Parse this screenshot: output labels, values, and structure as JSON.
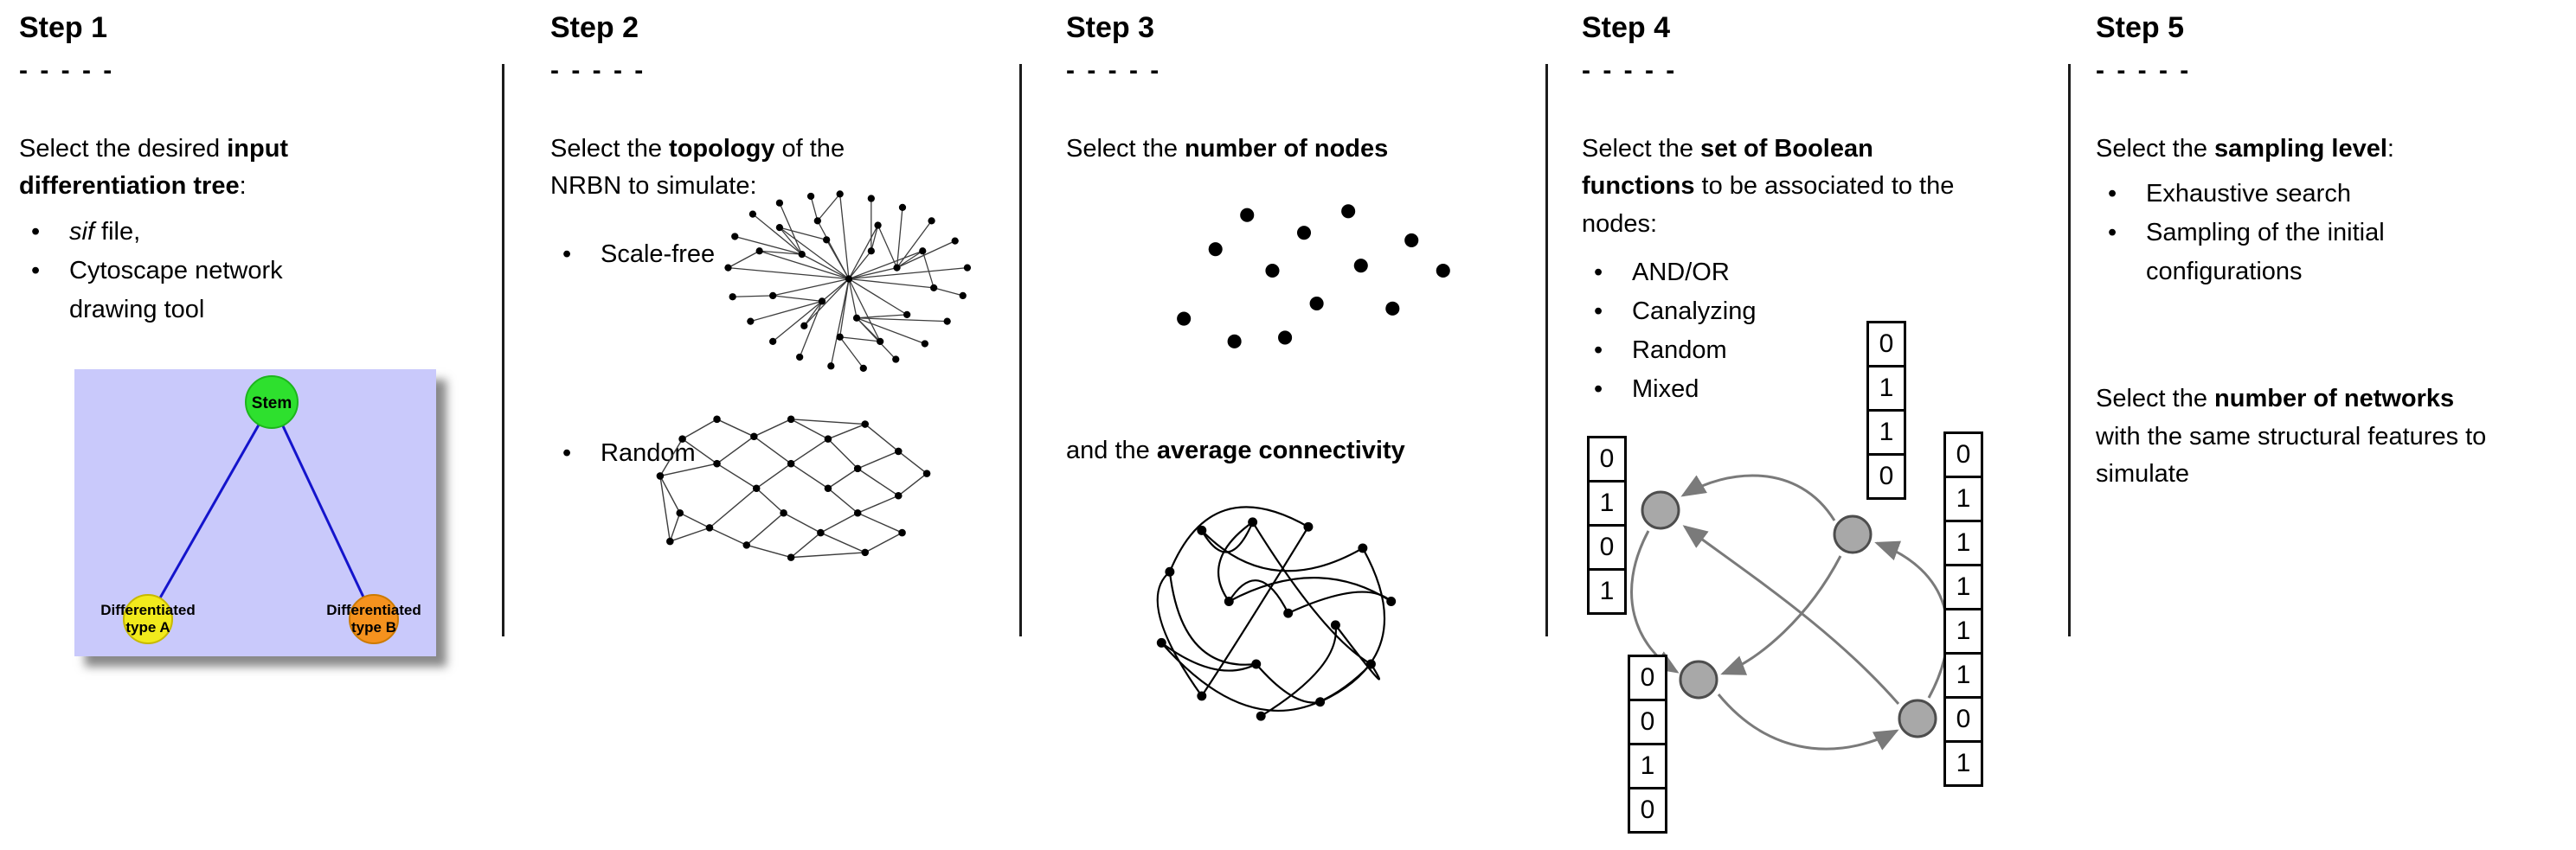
{
  "step1": {
    "title": "Step 1",
    "dashes": "- - - - -",
    "line_pre": "Select the desired ",
    "line_bold": "input differentiation tree",
    "line_post": ":",
    "bullet1_italic": "sif",
    "bullet1_rest": " file,",
    "bullet2": "Cytoscape network drawing tool",
    "tree": {
      "stem": "Stem",
      "type_a_line1": "Differentiated",
      "type_a_line2": "type A",
      "type_b_line1": "Differentiated",
      "type_b_line2": "type B",
      "bg_color": "#c9c9fb",
      "stem_color": "#2ee02e",
      "type_a_color": "#f2ea1c",
      "type_b_color": "#f5921e",
      "edge_color": "#1414cc"
    }
  },
  "step2": {
    "title": "Step 2",
    "dashes": "- - - - -",
    "line_pre": "Select the ",
    "line_bold": "topology",
    "line_post": " of the NRBN to simulate:",
    "bullet1": "Scale-free",
    "bullet2": "Random"
  },
  "step3": {
    "title": "Step 3",
    "dashes": "- - - - -",
    "line1_pre": "Select the ",
    "line1_bold": "number of nodes",
    "line2_pre": "and the ",
    "line2_bold": "average connectivity"
  },
  "step4": {
    "title": "Step 4",
    "dashes": "- - - - -",
    "line_pre": "Select the ",
    "line_bold": "set of Boolean functions",
    "line_post": " to be associated to the nodes:",
    "bullets": [
      "AND/OR",
      "Canalyzing",
      "Random",
      "Mixed"
    ],
    "tables": {
      "left": [
        "0",
        "1",
        "0",
        "1"
      ],
      "top": [
        "0",
        "1",
        "1",
        "0"
      ],
      "bottom": [
        "0",
        "0",
        "1",
        "0"
      ],
      "right": [
        "0",
        "1",
        "1",
        "1",
        "1",
        "1",
        "0",
        "1"
      ]
    },
    "node_color": "#a8a8a8",
    "arrow_color": "#7a7a7a"
  },
  "step5": {
    "title": "Step 5",
    "dashes": "- - - - -",
    "line1_pre": "Select the ",
    "line1_bold": "sampling level",
    "line1_post": ":",
    "bullet1": "Exhaustive search",
    "bullet2": "Sampling of the initial configurations",
    "line2_pre": "Select the ",
    "line2_bold": "number of networks",
    "line2_post": " with the same structural features to simulate"
  }
}
